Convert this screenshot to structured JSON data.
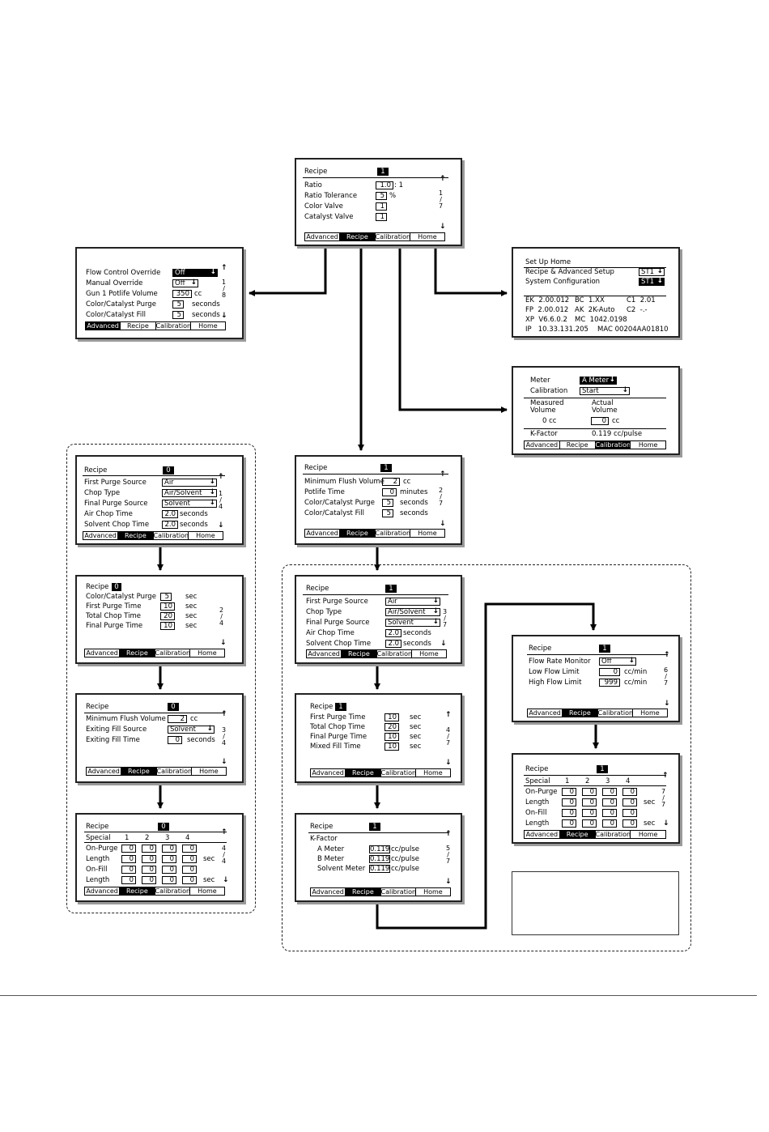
{
  "tabs": {
    "advanced": "Advanced",
    "recipe": "Recipe",
    "calibration": "Calibration",
    "home": "Home"
  },
  "pagers": {
    "p1": "1\n/\n7",
    "p8": "1\n/\n8",
    "p2": "2\n/\n7",
    "p3": "3\n/\n7",
    "p4": "4\n/\n7",
    "p5": "5\n/\n7",
    "p6": "6\n/\n7",
    "p7": "7\n/\n7",
    "p24": "2\n/\n4",
    "p14": "1\n/\n4",
    "p34": "3\n/\n4",
    "p44": "4\n/\n4"
  },
  "top": {
    "recipe": "Recipe",
    "recipe_no": "1",
    "ratio": "Ratio",
    "ratio_val": "1.0",
    "ratio_suffix": ": 1",
    "tolerance": "Ratio Tolerance",
    "tolerance_val": "5",
    "tolerance_unit": "%",
    "color_valve": "Color Valve",
    "color_valve_val": "1",
    "catalyst_valve": "Catalyst Valve",
    "catalyst_valve_val": "1"
  },
  "adv": {
    "flow_control": "Flow Control Override",
    "flow_control_val": "Off",
    "manual": "Manual Override",
    "manual_val": "Off",
    "potlife": "Gun 1 Potlife Volume",
    "potlife_val": "350",
    "potlife_unit": "cc",
    "purge": "Color/Catalyst Purge",
    "purge_val": "5",
    "purge_unit": "seconds",
    "fill": "Color/Catalyst Fill",
    "fill_val": "5",
    "fill_unit": "seconds"
  },
  "home": {
    "title": "Set Up Home",
    "row1": "Recipe & Advanced Setup",
    "row1_val": "ST1",
    "row2": "System Configuration",
    "row2_val": "ST1",
    "ek": "EK  2.00.012",
    "bc": "BC  1.XX",
    "c1": "C1  2.01",
    "fp": "FP  2.00.012",
    "ak": "AK  2K-Auto",
    "c2": "C2  -.-",
    "xp": "XP  V6.6.0.2",
    "mc": "MC  1042.0198",
    "ip": "IP   10.33.131.205",
    "mac": "MAC 00204AA01810"
  },
  "cal": {
    "meter": "Meter",
    "meter_val": "A Meter",
    "calibration": "Calibration",
    "calibration_val": "Start",
    "measured": "Measured\nVolume",
    "actual": "Actual\nVolume",
    "measured_val": "0 cc",
    "actual_val": "0",
    "actual_unit": "cc",
    "kfactor": "K-Factor",
    "kfactor_val": "0.119 cc/pulse"
  },
  "r2": {
    "recipe": "Recipe",
    "recipe_no": "1",
    "min_flush": "Minimum Flush Volume",
    "min_flush_val": "2",
    "min_flush_unit": "cc",
    "potlife": "Potlife Time",
    "potlife_val": "0",
    "potlife_unit": "minutes",
    "purge": "Color/Catalyst Purge",
    "purge_val": "5",
    "purge_unit": "seconds",
    "fill": "Color/Catalyst Fill",
    "fill_val": "5",
    "fill_unit": "seconds"
  },
  "c3": {
    "recipe": "Recipe",
    "recipe_no": "1",
    "first_purge": "First Purge Source",
    "first_purge_val": "Air",
    "chop_type": "Chop Type",
    "chop_type_val": "Air/Solvent",
    "final_purge": "Final Purge Source",
    "final_purge_val": "Solvent",
    "air_chop": "Air Chop Time",
    "air_chop_val": "2.0",
    "air_chop_unit": "seconds",
    "solvent_chop": "Solvent Chop Time",
    "solvent_chop_val": "2.0",
    "solvent_chop_unit": "seconds"
  },
  "c4": {
    "recipe": "Recipe",
    "recipe_no": "1",
    "first_purge": "First Purge Time",
    "first_purge_val": "10",
    "total_chop": "Total Chop Time",
    "total_chop_val": "20",
    "final_purge": "Final Purge Time",
    "final_purge_val": "10",
    "mixed_fill": "Mixed Fill Time",
    "mixed_fill_val": "10",
    "unit": "sec"
  },
  "c5": {
    "recipe": "Recipe",
    "recipe_no": "1",
    "kfactor": "K-Factor",
    "a_meter": "A Meter",
    "a_val": "0.119",
    "b_meter": "B Meter",
    "b_val": "0.119",
    "solvent_meter": "Solvent Meter",
    "solvent_val": "0.119",
    "unit": "cc/pulse"
  },
  "r6": {
    "recipe": "Recipe",
    "recipe_no": "1",
    "flow_monitor": "Flow Rate Monitor",
    "flow_monitor_val": "Off",
    "low": "Low Flow Limit",
    "low_val": "0",
    "high": "High Flow Limit",
    "high_val": "999",
    "unit": "cc/min"
  },
  "r7": {
    "recipe": "Recipe",
    "recipe_no": "1",
    "special": "Special",
    "cols": [
      "1",
      "2",
      "3",
      "4"
    ],
    "rows": [
      "On-Purge",
      "Length",
      "On-Fill",
      "Length"
    ],
    "val": "0",
    "sec": "sec"
  },
  "l1": {
    "recipe": "Recipe",
    "recipe_no": "0",
    "first_purge": "First Purge Source",
    "first_purge_val": "Air",
    "chop_type": "Chop Type",
    "chop_type_val": "Air/Solvent",
    "final_purge": "Final Purge Source",
    "final_purge_val": "Solvent",
    "air_chop": "Air Chop Time",
    "air_chop_val": "2.0",
    "air_chop_unit": "seconds",
    "solvent_chop": "Solvent Chop Time",
    "solvent_chop_val": "2.0",
    "solvent_chop_unit": "seconds"
  },
  "l2": {
    "recipe": "Recipe",
    "recipe_no": "0",
    "purge": "Color/Catalyst Purge",
    "purge_val": "5",
    "first_purge": "First Purge Time",
    "first_purge_val": "10",
    "total_chop": "Total Chop Time",
    "total_chop_val": "20",
    "final_purge": "Final Purge Time",
    "final_purge_val": "10",
    "unit": "sec"
  },
  "l3": {
    "recipe": "Recipe",
    "recipe_no": "0",
    "min_flush": "Minimum Flush Volume",
    "min_flush_val": "2",
    "min_flush_unit": "cc",
    "exit_source": "Exiting Fill Source",
    "exit_source_val": "Solvent",
    "exit_time": "Exiting Fill Time",
    "exit_time_val": "0",
    "exit_time_unit": "seconds"
  },
  "l4": {
    "recipe": "Recipe",
    "recipe_no": "0",
    "special": "Special",
    "cols": [
      "1",
      "2",
      "3",
      "4"
    ],
    "rows": [
      "On-Purge",
      "Length",
      "On-Fill",
      "Length"
    ],
    "val": "0",
    "sec": "sec"
  }
}
